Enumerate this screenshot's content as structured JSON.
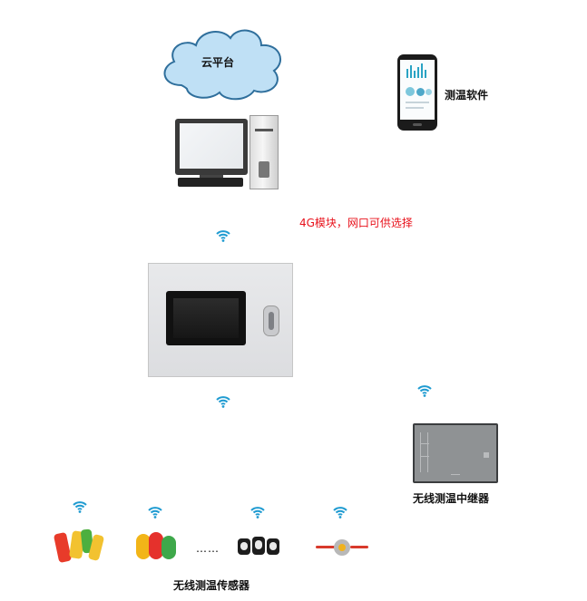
{
  "nodes": {
    "cloud": {
      "label": "云平台"
    },
    "app": {
      "label": "测温软件"
    },
    "note": {
      "label": "4G模块，网口可供选择"
    },
    "repeater": {
      "label": "无线测温中继器"
    },
    "sensors": {
      "label": "无线测温传感器",
      "ellipsis": "……"
    }
  },
  "colors": {
    "note": "#e8101a",
    "cloud_fill": "#bfe0f5",
    "cloud_stroke": "#2f6f9c",
    "wifi": "#1f9bd1"
  },
  "icons": [
    "cloud-icon",
    "desktop-computer-icon",
    "smartphone-icon",
    "wifi-icon",
    "control-cabinet-icon",
    "repeater-icon",
    "sensor-icon"
  ]
}
